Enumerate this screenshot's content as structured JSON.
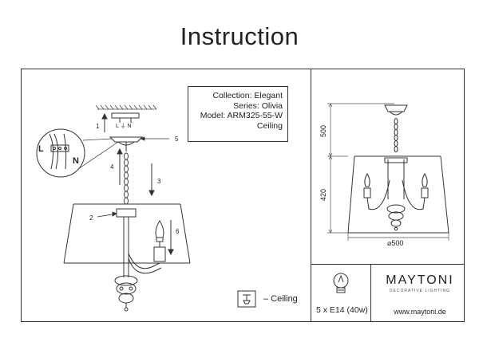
{
  "title": "Instruction",
  "info": {
    "collection": "Collection: Elegant",
    "series": "Series: Olivia",
    "model": "Model: ARM325-55-W",
    "type": "Ceiling"
  },
  "steps": [
    "1",
    "2",
    "3",
    "4",
    "5",
    "6"
  ],
  "wiring": {
    "live": "L",
    "neutral": "N"
  },
  "dimensions": {
    "top_height": "500",
    "lower_height": "420",
    "diameter": "⌀500"
  },
  "mount_label": "– Ceiling",
  "bulb_spec": "5 x E14 (40w)",
  "brand": "MAYTONI",
  "brand_sub": "DECORATIVE LIGHTING",
  "website": "www.maytoni.de"
}
